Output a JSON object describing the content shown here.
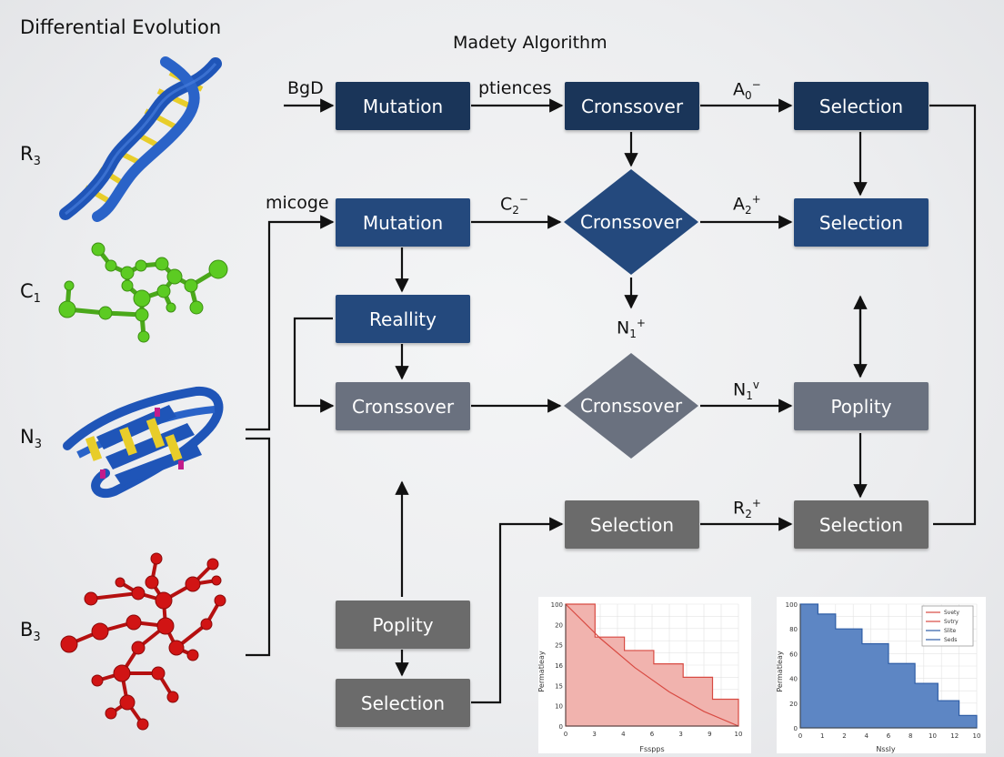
{
  "header": {
    "title": "Differential Evolution",
    "subtitle": "Madety Algorithm"
  },
  "side_labels": [
    {
      "base": "R",
      "sub": "3"
    },
    {
      "base": "C",
      "sub": "1"
    },
    {
      "base": "N",
      "sub": "3"
    },
    {
      "base": "B",
      "sub": "3"
    }
  ],
  "nodes": {
    "mutation_1": "Mutation",
    "crossover_1": "Cronssover",
    "selection_1": "Selection",
    "mutation_2": "Mutation",
    "crossover_diamond_1": "Cronssover",
    "selection_2": "Selection",
    "reallity": "Reallity",
    "crossover_2": "Cronssover",
    "crossover_diamond_2": "Cronssover",
    "poplity_1": "Poplity",
    "selection_3": "Selection",
    "selection_4": "Selection",
    "poplity_2": "Poplity",
    "selection_5": "Selection"
  },
  "edge_labels": {
    "bgd": "BgD",
    "ptiences": "ptiences",
    "a0": {
      "base": "A",
      "sub": "0",
      "sup": "−"
    },
    "micoge": "micoge",
    "c2": {
      "base": "C",
      "sub": "2",
      "sup": "−"
    },
    "a2": {
      "base": "A",
      "sub": "2",
      "sup": "+"
    },
    "n1_plus": {
      "base": "N",
      "sub": "1",
      "sup": "+"
    },
    "n1_v": {
      "base": "N",
      "sub": "1",
      "sup": "v"
    },
    "r2": {
      "base": "R",
      "sub": "2",
      "sup": "+"
    }
  },
  "colors": {
    "navy": "#1a3559",
    "blue": "#24497d",
    "slate": "#6a717f",
    "gray": "#6b6b6b",
    "dna_blue": "#1f55b8",
    "dna_yellow": "#e8cd2a",
    "molecule_green": "#55c41e",
    "molecule_red": "#d11414",
    "chart_red_fill": "#f1b3ae",
    "chart_red_line": "#d84a42",
    "chart_blue_fill": "#5d86c4",
    "chart_blue_line": "#2f5ea6"
  },
  "chart_data": [
    {
      "type": "area",
      "title": "",
      "xlabel": "Fsspps",
      "ylabel": "Permatleay",
      "x_ticks": [
        "0",
        "3",
        "4",
        "6",
        "3",
        "9",
        "10"
      ],
      "y_ticks": [
        "100",
        "20",
        "25",
        "16",
        "15",
        "10",
        "0"
      ],
      "xlim": [
        0,
        10
      ],
      "ylim": [
        0,
        100
      ],
      "series": [
        {
          "values_x": [
            0,
            1.7,
            1.7,
            3.4,
            3.4,
            5.1,
            5.1,
            6.8,
            6.8,
            8.5,
            8.5,
            10
          ],
          "values_y": [
            100,
            100,
            73,
            73,
            62,
            62,
            51,
            51,
            40,
            40,
            22,
            22
          ]
        },
        {
          "values_x": [
            0,
            2,
            4,
            6,
            8,
            10
          ],
          "values_y": [
            100,
            72,
            48,
            28,
            12,
            0
          ]
        }
      ]
    },
    {
      "type": "area",
      "title": "",
      "xlabel": "Nssly",
      "ylabel": "Permatleay",
      "x_ticks": [
        "0",
        "1",
        "2",
        "4",
        "6",
        "8",
        "10",
        "12",
        "10"
      ],
      "y_ticks": [
        "100",
        "80",
        "60",
        "40",
        "20",
        "0"
      ],
      "xlim": [
        0,
        10
      ],
      "ylim": [
        0,
        100
      ],
      "legend": [
        "Svety",
        "Svtry",
        "Slite",
        "Seds"
      ],
      "series": [
        {
          "values_x": [
            0,
            1,
            1,
            2,
            2,
            3.5,
            3.5,
            5,
            5,
            6.5,
            6.5,
            7.8,
            7.8,
            9,
            9,
            10
          ],
          "values_y": [
            100,
            100,
            92,
            92,
            80,
            80,
            68,
            68,
            52,
            52,
            36,
            36,
            22,
            22,
            10,
            10
          ]
        }
      ]
    }
  ]
}
